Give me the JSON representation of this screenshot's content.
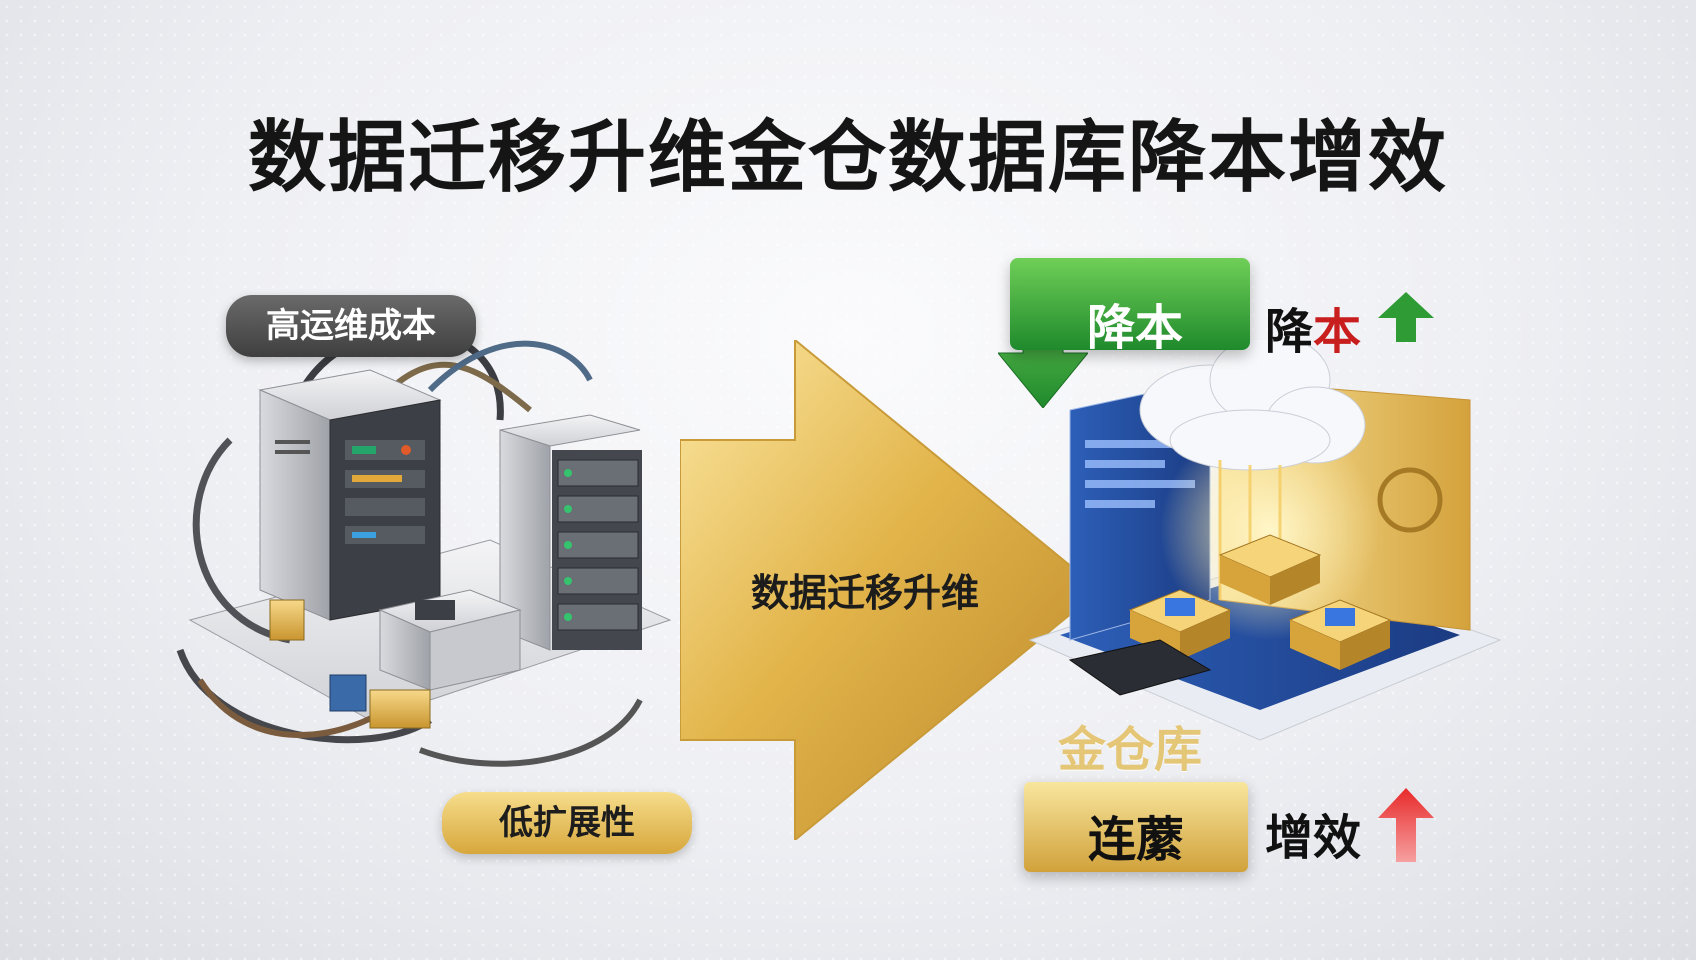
{
  "title": "数据迁移升维金仓数据库降本增效",
  "left": {
    "top_label": "高运维成本",
    "bottom_label": "低扩展性"
  },
  "arrow": {
    "label": "数据迁移升维"
  },
  "right": {
    "green_box_label": "降本",
    "cost_label_part1": "降",
    "cost_label_part2": "本",
    "brand": "金仓库",
    "gold_plate_label": "连䕷",
    "efficiency_label": "增效"
  },
  "colors": {
    "gold": "#d9a93e",
    "green": "#2e9b35",
    "red": "#d42020",
    "dark_pill": "#4a4a4a"
  }
}
